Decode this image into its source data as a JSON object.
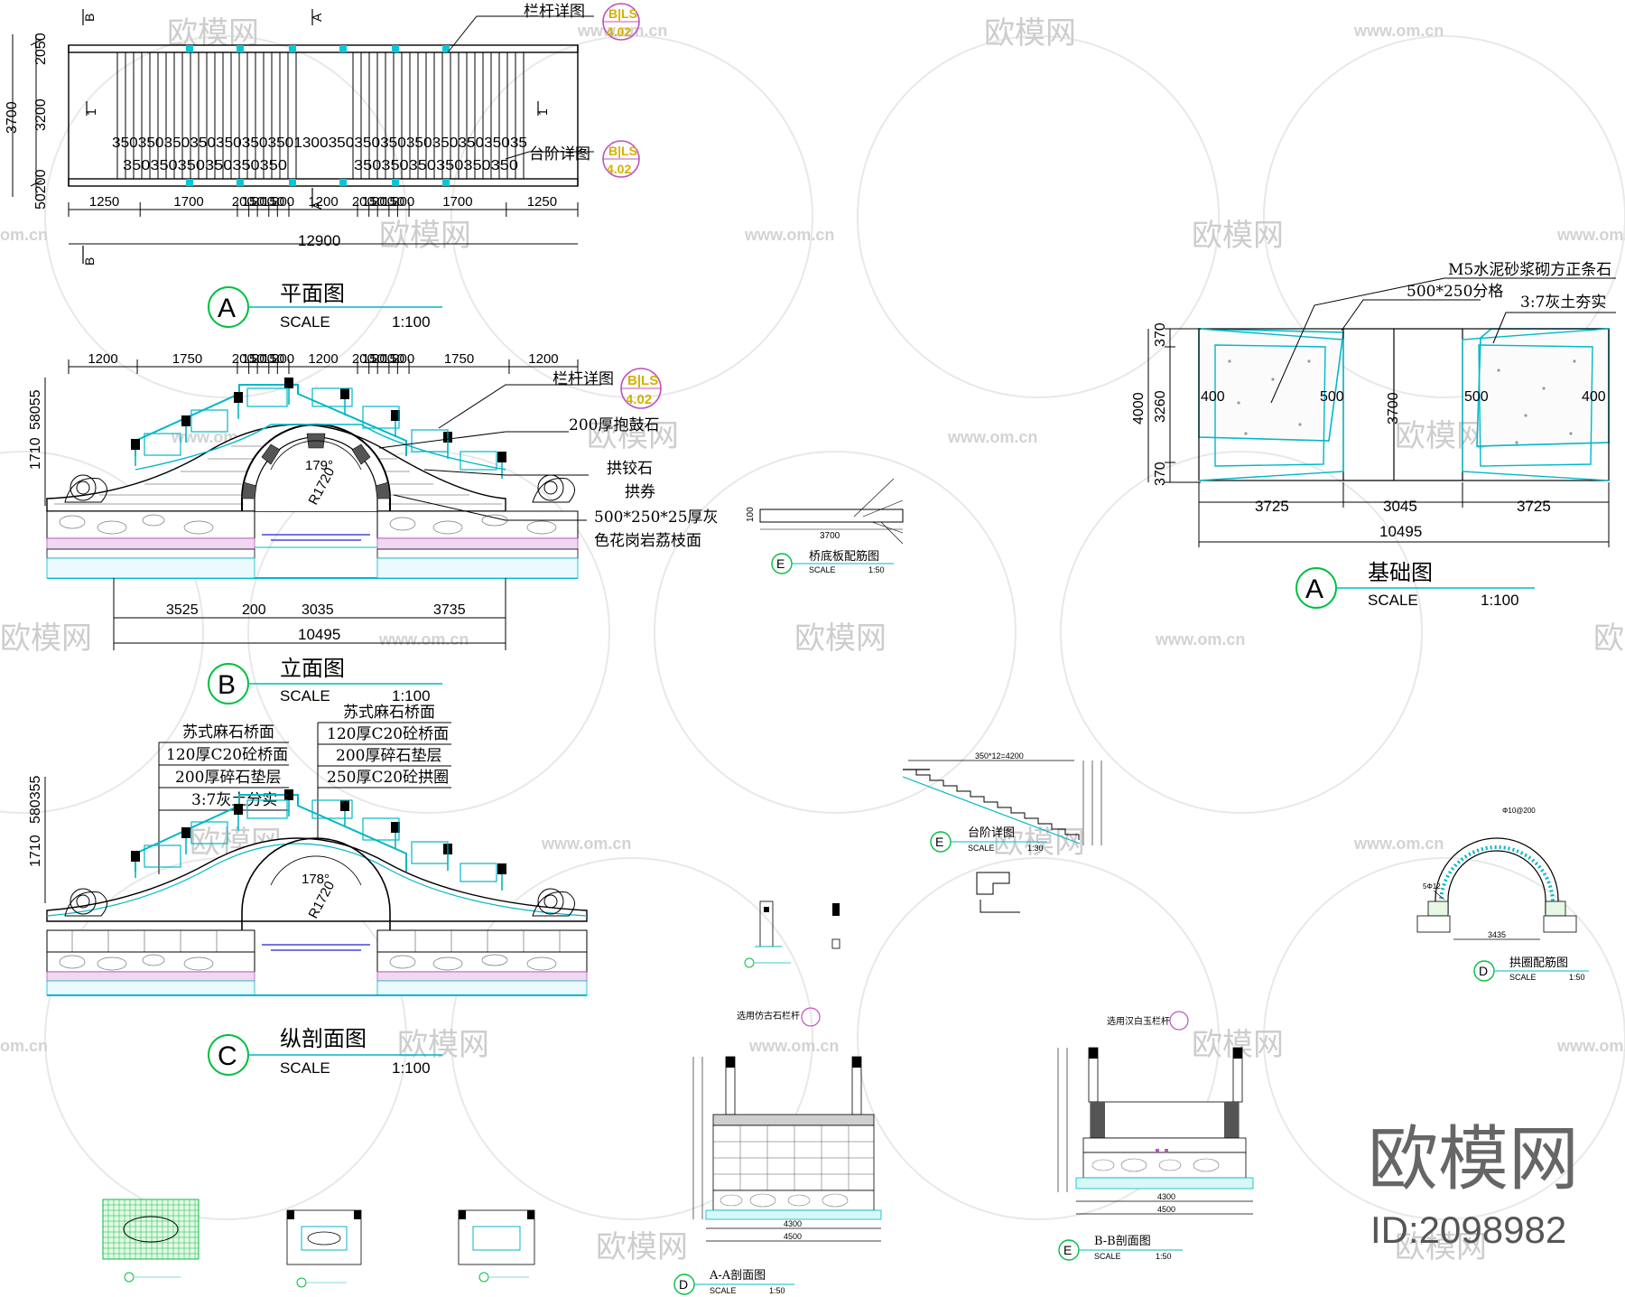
{
  "watermark": {
    "brand": "欧模网",
    "url": "www.om.cn",
    "url_short": "om.cn",
    "big_brand": "欧模网",
    "id_text": "ID:2098982"
  },
  "plan": {
    "marker": "A",
    "title": "平面图",
    "scale_word": "SCALE",
    "scale_value": "1:100",
    "section_marks": [
      "A",
      "B",
      "1"
    ],
    "label_railing": "栏杆详图",
    "label_steps": "台阶详图",
    "ref_code": "B|LS",
    "ref_num_rail": "4.02",
    "ref_num_steps": "4.02",
    "step_dims_top": "350350350350350350350130035035035035035035035035",
    "step_dims_bottom": "350350350350350350",
    "step_dims_bottom_2": "350350350350350350",
    "dims_left": [
      "2050",
      "3200",
      "50200",
      "3700"
    ],
    "dims_bottom": [
      "1250",
      "1700",
      "200",
      "150",
      "200",
      "150",
      "200",
      "1200",
      "200",
      "150",
      "200",
      "150",
      "200",
      "1700",
      "1250"
    ],
    "dim_total": "12900"
  },
  "elevation": {
    "marker": "B",
    "title": "立面图",
    "scale_word": "SCALE",
    "scale_value": "1:100",
    "dims_top": [
      "1200",
      "1750",
      "200",
      "150",
      "200",
      "150",
      "200",
      "1200",
      "200",
      "150",
      "200",
      "150",
      "200",
      "1750",
      "1200"
    ],
    "dims_left": [
      "1710",
      "58055"
    ],
    "label_railing": "栏杆详图",
    "ref_code": "B|LS",
    "ref_num": "4.02",
    "label_drum": "200厚抱鼓石",
    "label_keystone": "拱铰石",
    "label_arch": "拱券",
    "label_paving_1": "500*250*25厚灰",
    "label_paving_2": "色花岗岩荔枝面",
    "arch_angle": "179°",
    "arch_radius": "R1720",
    "dims_bottom": [
      "3525",
      "200",
      "3035",
      "3735"
    ],
    "dim_total": "10495"
  },
  "section": {
    "marker": "C",
    "title": "纵剖面图",
    "scale_word": "SCALE",
    "scale_value": "1:100",
    "dims_left": [
      "1710",
      "580355"
    ],
    "labels_left": [
      "苏式麻石桥面",
      "120厚C20砼桥面",
      "200厚碎石垫层",
      "3:7灰土分实"
    ],
    "labels_right": [
      "苏式麻石桥面",
      "120厚C20砼桥面",
      "200厚碎石垫层",
      "250厚C20砼拱圈"
    ],
    "arch_angle": "178°",
    "arch_radius": "R1720"
  },
  "foundation": {
    "marker": "A",
    "title": "基础图",
    "scale_word": "SCALE",
    "scale_value": "1:100",
    "label_1": "M5水泥砂浆砌方正条石",
    "label_2": "500*250分格",
    "label_3": "3:7灰土夯实",
    "dims_left": [
      "370",
      "3260",
      "370",
      "4000"
    ],
    "dims_inner": [
      "400",
      "500",
      "3700",
      "500",
      "400"
    ],
    "dims_bottom": [
      "3725",
      "3045",
      "3725"
    ],
    "dim_total": "10495"
  },
  "slab_detail": {
    "marker": "E",
    "title": "桥底板配筋图",
    "scale_word": "SCALE",
    "scale_value": "1:50",
    "dim": "3700",
    "dim_left": "100"
  },
  "stairs_detail": {
    "marker": "E",
    "title": "台阶详图",
    "scale_word": "SCALE",
    "scale_value": "1:30",
    "dim_top": "350*12=4200"
  },
  "arch_rebar": {
    "marker": "D",
    "title": "拱圈配筋图",
    "scale_word": "SCALE",
    "scale_value": "1:50",
    "dim": "3435",
    "note_top": "Φ10@200",
    "note_left": "5Φ12"
  },
  "aa_section": {
    "marker": "D",
    "title": "A-A剖面图",
    "scale_word": "SCALE",
    "scale_value": "1:50",
    "label_top": "选用仿古石栏杆",
    "dims": [
      "4300",
      "4500"
    ]
  },
  "bb_section": {
    "marker": "E",
    "title": "B-B剖面图",
    "scale_word": "SCALE",
    "scale_value": "1:50",
    "label_top": "选用汉白玉栏杆",
    "dims": [
      "4300",
      "4500"
    ]
  },
  "colors": {
    "ink": "#000000",
    "cyan": "#00b8c8",
    "green": "#00c040",
    "magenta": "#c050c0",
    "blue": "#2020d0",
    "yellow": "#d4b000",
    "watermark": "#c8c8c8"
  }
}
